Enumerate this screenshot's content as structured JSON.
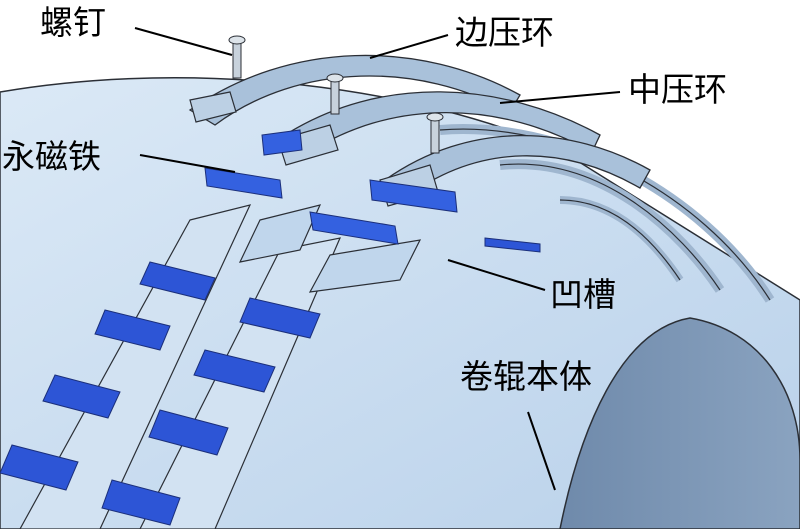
{
  "labels": {
    "screw": "螺钉",
    "edge_ring": "边压环",
    "middle_ring": "中压环",
    "magnet": "永磁铁",
    "groove": "凹槽",
    "roller_body": "卷辊本体"
  },
  "colors": {
    "roller_face": "#c9ddf0",
    "roller_end": "#7e98b6",
    "ring": "#a9c1da",
    "ring_dark": "#6f89a8",
    "magnet": "#2d55d6",
    "outline": "#2b2f36"
  }
}
